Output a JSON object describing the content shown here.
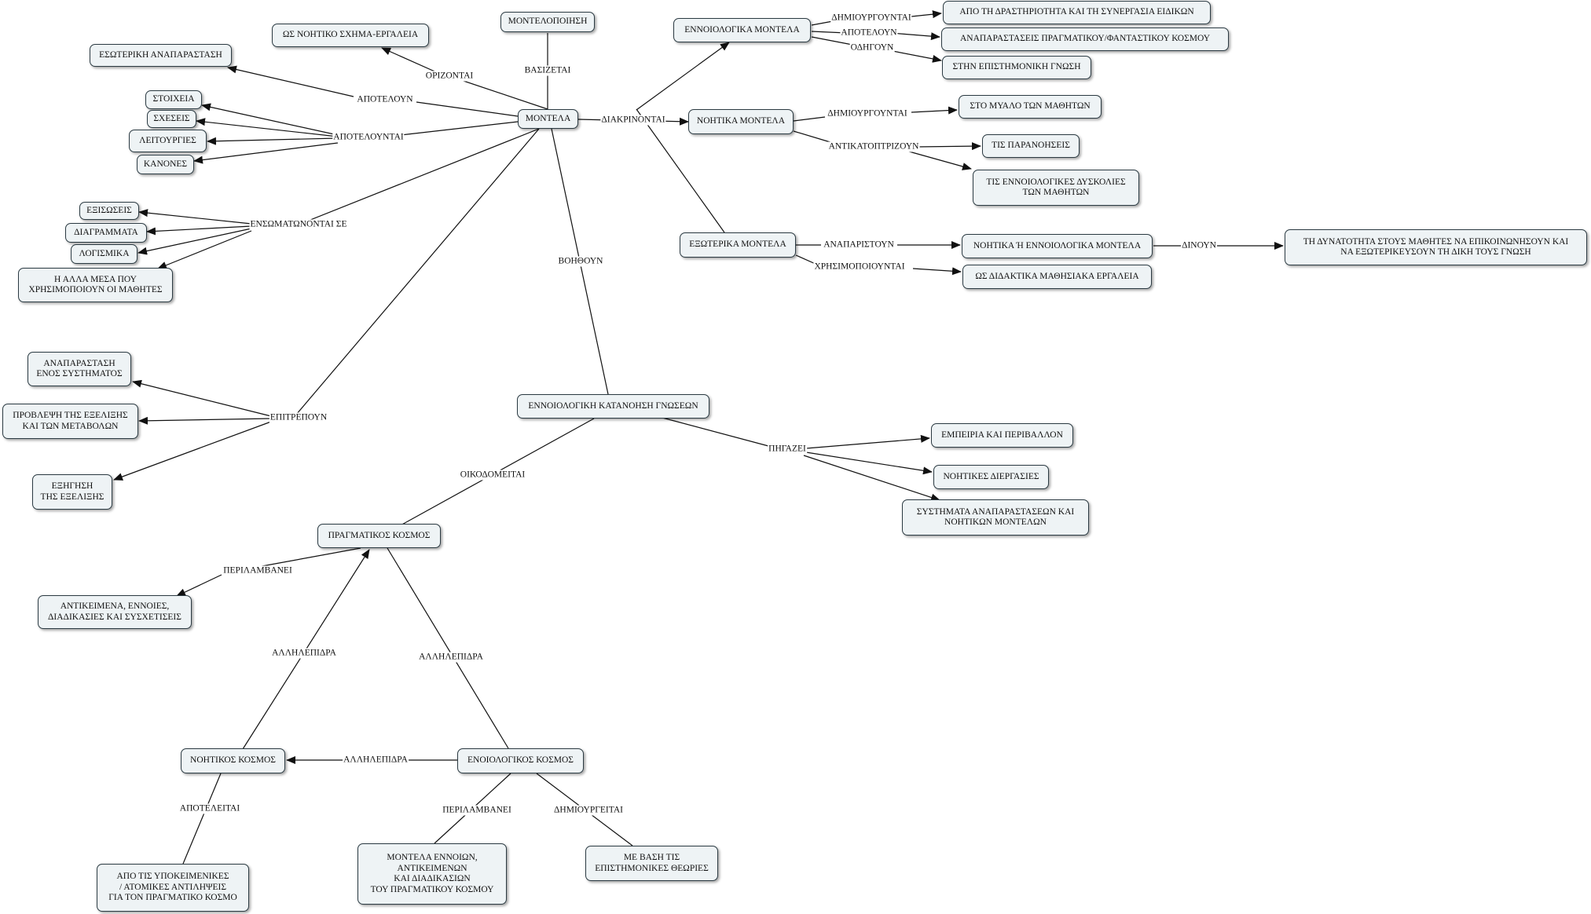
{
  "nodes": {
    "montelopoiisi": "ΜΟΝΤΕΛΟΠΟΙΗΣΗ",
    "montela": "ΜΟΝΤΕΛΑ",
    "noitiko_schima": "ΩΣ ΝΟΗΤΙΚΟ ΣΧΗΜΑ-ΕΡΓΑΛΕΙΑ",
    "esoteriki": "ΕΣΩΤΕΡΙΚΗ ΑΝΑΠΑΡΑΣΤΑΣΗ",
    "stoixeia": "ΣΤΟΙΧΕΙΑ",
    "sxeseis": "ΣΧΕΣΕΙΣ",
    "leitourgies": "ΛΕΙΤΟΥΡΓΙΕΣ",
    "kanones": "ΚΑΝΟΝΕΣ",
    "exisoseis": "ΕΞΙΣΩΣΕΙΣ",
    "diagrammata": "ΔΙΑΓΡΑΜΜΑΤΑ",
    "logismika": "ΛΟΓΙΣΜΙΚΑ",
    "alla_mesa": "Η ΑΛΛΑ ΜΕΣΑ ΠΟΥ\nΧΡΗΣΙΜΟΠΟΙΟΥΝ ΟΙ ΜΑΘΗΤΕΣ",
    "ennoiologika": "ΕΝΝΟΙΟΛΟΓΙΚΑ ΜΟΝΤΕΛΑ",
    "drastiriotita": "ΑΠΟ ΤΗ ΔΡΑΣΤΗΡΙΟΤΗΤΑ ΚΑΙ ΤΗ ΣΥΝΕΡΓΑΣΙΑ ΕΙΔΙΚΩΝ",
    "anaparastaseis_kosmou": "ΑΝΑΠΑΡΑΣΤΑΣΕΙΣ  ΠΡΑΓΜΑΤΙΚΟΥ/ΦΑΝΤΑΣΤΙΚΟΥ ΚΟΣΜΟΥ",
    "epistimoniki_gnosi": "ΣΤΗΝ ΕΠΙΣΤΗΜΟΝΙΚΗ ΓΝΩΣΗ",
    "noitika": "ΝΟΗΤΙΚΑ ΜΟΝΤΕΛΑ",
    "mialo": "ΣΤΟ ΜΥΑΛΟ ΤΩΝ ΜΑΘΗΤΩΝ",
    "paranoiseis": "ΤΙΣ ΠΑΡΑΝΟΗΣΕΙΣ",
    "dyskolies": "ΤΙΣ ΕΝΝΟΙΟΛΟΓΙΚΕΣ ΔΥΣΚΟΛΙΕΣ\nΤΩΝ ΜΑΘΗΤΩΝ",
    "exoterika": "ΕΞΩΤΕΡΙΚΑ ΜΟΝΤΕΛΑ",
    "noitika_i_ennoiologika": "ΝΟΗΤΙΚΑ Ή ΕΝΝΟΙΟΛΟΓΙΚΑ ΜΟΝΤΕΛΑ",
    "dynatotita": "ΤΗ ΔΥΝΑΤΟΤΗΤΑ ΣΤΟΥΣ ΜΑΘΗΤΕΣ ΝΑ ΕΠΙΚΟΙΝΩΝΗΣΟΥΝ ΚΑΙ\nΝΑ ΕΞΩΤΕΡΙΚΕΥΣΟΥΝ ΤΗ ΔΙΚΗ ΤΟΥΣ ΓΝΩΣΗ",
    "didaktika": "ΩΣ ΔΙΔΑΚΤΙΚΑ ΜΑΘΗΣΙΑΚΑ ΕΡΓΑΛΕΙΑ",
    "anaparastasi_systimatos": "ΑΝΑΠΑΡΑΣΤΑΣΗ\nΕΝΟΣ ΣΥΣΤΗΜΑΤΟΣ",
    "provlepsi": "ΠΡΟΒΛΕΨΗ ΤΗΣ ΕΞΕΛΙΞΗΣ\nΚΑΙ ΤΩΝ ΜΕΤΑΒΟΛΩΝ",
    "exigisi": "ΕΞΗΓΗΣΗ\nΤΗΣ ΕΞΕΛΙΞΗΣ",
    "katanoisi": "ΕΝΝΟΙΟΛΟΓΙΚΗ ΚΑΤΑΝΟΗΣΗ ΓΝΩΣΕΩΝ",
    "empeiria": "ΕΜΠΕΙΡΙΑ ΚΑΙ ΠΕΡΙΒΑΛΛΟΝ",
    "diergasies": "ΝΟΗΤΙΚΕΣ ΔΙΕΡΓΑΣΙΕΣ",
    "systimata": "ΣΥΣΤΗΜΑΤΑ ΑΝΑΠΑΡΑΣΤΑΣΕΩΝ ΚΑΙ\nΝΟΗΤΙΚΩΝ ΜΟΝΤΕΛΩΝ",
    "pragmatikos": "ΠΡΑΓΜΑΤΙΚΟΣ ΚΟΣΜΟΣ",
    "antikeimena": "ΑΝΤΙΚΕΙΜΕΝΑ, ΕΝΝΟΙΕΣ,\nΔΙΑΔΙΚΑΣΙΕΣ ΚΑΙ ΣΥΣΧΕΤΙΣΕΙΣ",
    "noitikos": "ΝΟΗΤΙΚΟΣ ΚΟΣΜΟΣ",
    "ennoiologikos": "ΕΝΟΙΟΛΟΓΙΚΟΣ ΚΟΣΜΟΣ",
    "ypokeimenikes": "ΑΠΟ ΤΙΣ ΥΠΟΚΕΙΜΕΝΙΚΕΣ\n/ ΑΤΟΜΙΚΕΣ ΑΝΤΙΛΗΨΕΙΣ\nΓΙΑ ΤΟΝ ΠΡΑΓΜΑΤΙΚΟ ΚΟΣΜΟ",
    "montela_ennoion": "ΜΟΝΤΕΛΑ ΕΝΝΟΙΩΝ,\nΑΝΤΙΚΕΙΜΕΝΩΝ\nΚΑΙ ΔΙΑΔΙΚΑΣΙΩΝ\nΤΟΥ ΠΡΑΓΜΑΤΙΚΟΥ ΚΟΣΜΟΥ",
    "theories": "ΜΕ ΒΑΣΗ ΤΙΣ\nΕΠΙΣΤΗΜΟΝΙΚΕΣ ΘΕΩΡΙΕΣ"
  },
  "labels": {
    "vasizetai": "ΒΑΣΙΖΕΤΑΙ",
    "orizontai": "ΟΡΙΖΟΝΤΑΙ",
    "apoteloun": "ΑΠΟΤΕΛΟΥΝ",
    "apotelountai": "ΑΠΟΤΕΛΟΥΝΤΑΙ",
    "ensomatonontai": "ΕΝΣΩΜΑΤΩΝΟΝΤΑΙ ΣΕ",
    "diakrinontai": "ΔΙΑΚΡΙΝΟΝΤΑΙ",
    "dimiourgountai_1": "ΔΗΜΙΟΥΡΓΟΥΝΤΑΙ",
    "apoteloun_2": "ΑΠΟΤΕΛΟΥΝ",
    "odigoun": "ΟΔΗΓΟΥΝ",
    "dimiourgountai_2": "ΔΗΜΙΟΥΡΓΟΥΝΤΑΙ",
    "antikatoptrizoun": "ΑΝΤΙΚΑΤΟΠΤΡΙΖΟΥΝ",
    "anaparistoun": "ΑΝΑΠΑΡΙΣΤΟΥΝ",
    "dinoun": "ΔΙΝΟΥΝ",
    "xrisimopoiountai": "ΧΡΗΣΙΜΟΠΟΙΟΥΝΤΑΙ",
    "voithoun": "ΒΟΗΘΟΥΝ",
    "epitrepoun": "ΕΠΙΤΡΕΠΟΥΝ",
    "pigazei": "ΠΗΓΑΖΕΙ",
    "oikodomeitai": "ΟΙΚΟΔΟΜΕΙΤΑΙ",
    "perilamvanei_1": "ΠΕΡΙΛΑΜΒΑΝΕΙ",
    "allilepidra_1": "ΑΛΛΗΛΕΠΙΔΡΑ",
    "allilepidra_2": "ΑΛΛΗΛΕΠΙΔΡΑ",
    "allilepidra_3": "ΑΛΛΗΛΕΠΙΔΡΑ",
    "apoteleitai": "ΑΠΟΤΕΛΕΙΤΑΙ",
    "perilamvanei_2": "ΠΕΡΙΛΑΜΒΑΝΕΙ",
    "dimiourgeitai": "ΔΗΜΙΟΥΡΓΕΙΤΑΙ"
  },
  "colors": {
    "node_fill": "#eef3f5",
    "node_border": "#2b3a42",
    "line": "#111111"
  }
}
